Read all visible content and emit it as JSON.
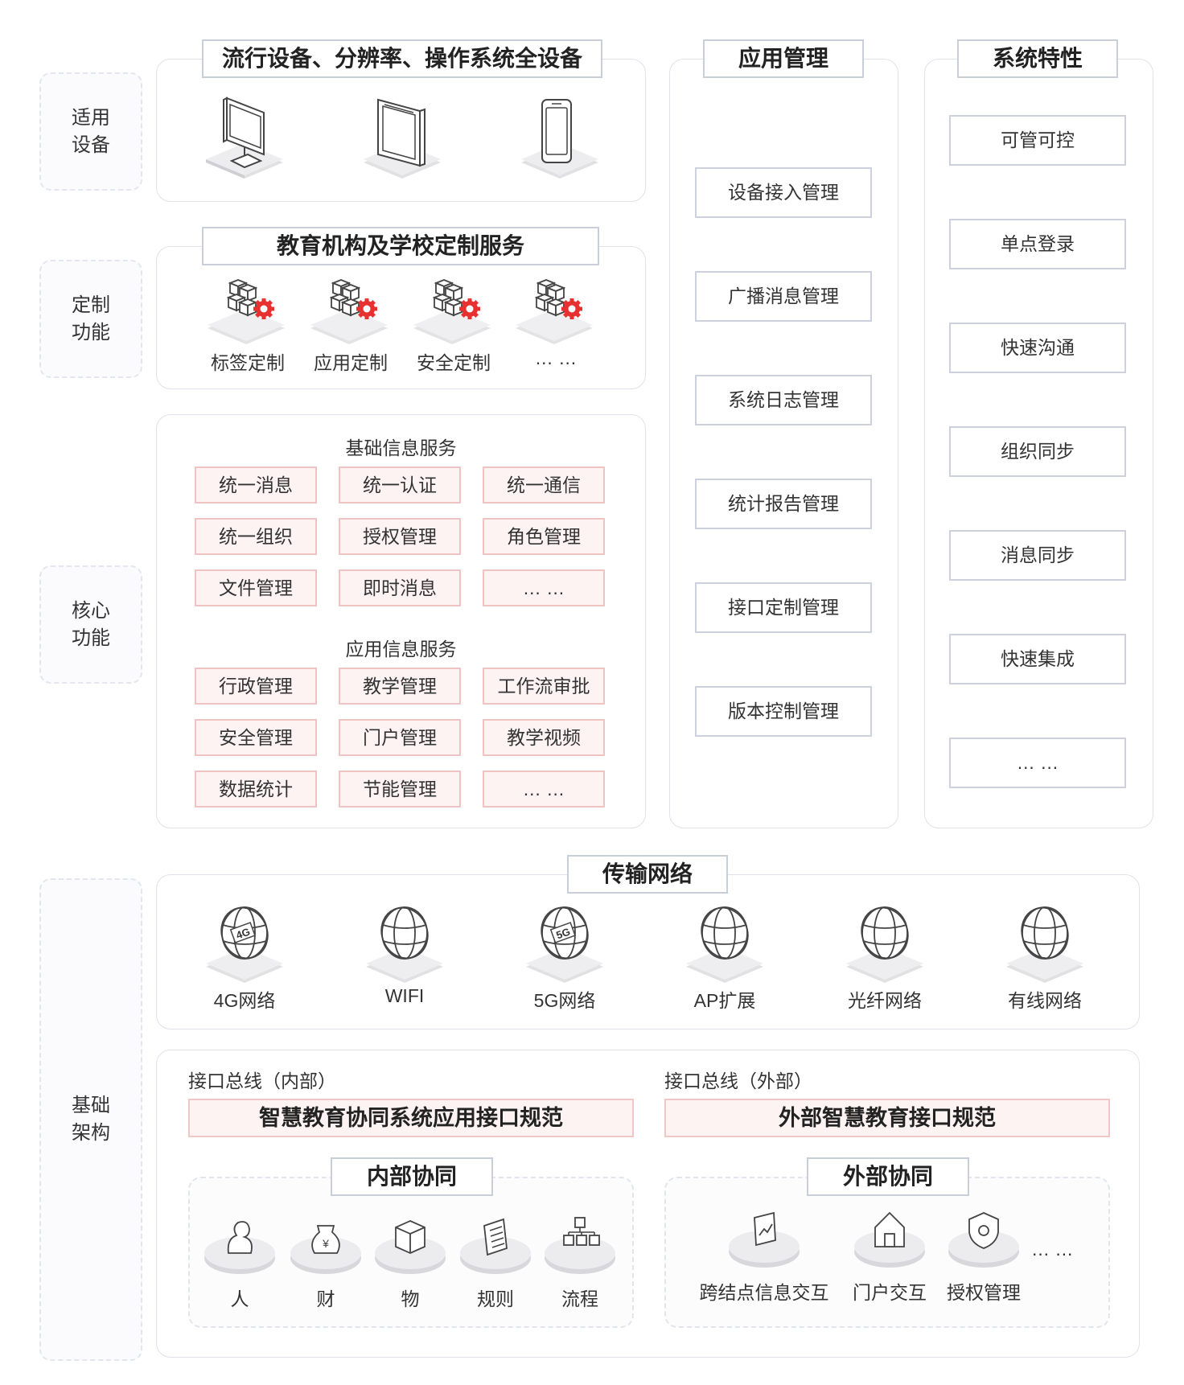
{
  "side_labels": {
    "devices": [
      "适用",
      "设备"
    ],
    "custom": [
      "定制",
      "功能"
    ],
    "core": [
      "核心",
      "功能"
    ],
    "infra": [
      "基础",
      "架构"
    ]
  },
  "devices_panel": {
    "title": "流行设备、分辨率、操作系统全设备",
    "icons": [
      "desktop-icon",
      "tablet-icon",
      "phone-icon"
    ]
  },
  "custom_panel": {
    "title": "教育机构及学校定制服务",
    "items": [
      "标签定制",
      "应用定制",
      "安全定制",
      "… …"
    ]
  },
  "core_panel": {
    "basic_title": "基础信息服务",
    "basic_items": [
      "统一消息",
      "统一认证",
      "统一通信",
      "统一组织",
      "授权管理",
      "角色管理",
      "文件管理",
      "即时消息",
      "… …"
    ],
    "app_title": "应用信息服务",
    "app_items": [
      "行政管理",
      "教学管理",
      "工作流审批",
      "安全管理",
      "门户管理",
      "教学视频",
      "数据统计",
      "节能管理",
      "… …"
    ]
  },
  "app_mgmt": {
    "title": "应用管理",
    "items": [
      "设备接入管理",
      "广播消息管理",
      "系统日志管理",
      "统计报告管理",
      "接口定制管理",
      "版本控制管理"
    ]
  },
  "sys_features": {
    "title": "系统特性",
    "items": [
      "可管可控",
      "单点登录",
      "快速沟通",
      "组织同步",
      "消息同步",
      "快速集成",
      "… …"
    ]
  },
  "network": {
    "title": "传输网络",
    "items": [
      {
        "label": "4G网络",
        "badge": "4G"
      },
      {
        "label": "WIFI",
        "badge": ""
      },
      {
        "label": "5G网络",
        "badge": "5G"
      },
      {
        "label": "AP扩展",
        "badge": ""
      },
      {
        "label": "光纤网络",
        "badge": ""
      },
      {
        "label": "有线网络",
        "badge": ""
      }
    ]
  },
  "bus": {
    "internal_label": "接口总线（内部）",
    "internal_spec": "智慧教育协同系统应用接口规范",
    "external_label": "接口总线（外部）",
    "external_spec": "外部智慧教育接口规范",
    "internal_title": "内部协同",
    "internal_items": [
      "人",
      "财",
      "物",
      "规则",
      "流程"
    ],
    "external_title": "外部协同",
    "external_items": [
      "跨结点信息交互",
      "门户交互",
      "授权管理"
    ],
    "external_more": "… …"
  },
  "colors": {
    "red_border": "#f0c3c3",
    "red_fill": "#fdf3f3",
    "gear_red": "#e8302f",
    "panel_border": "#dfe2ea"
  }
}
